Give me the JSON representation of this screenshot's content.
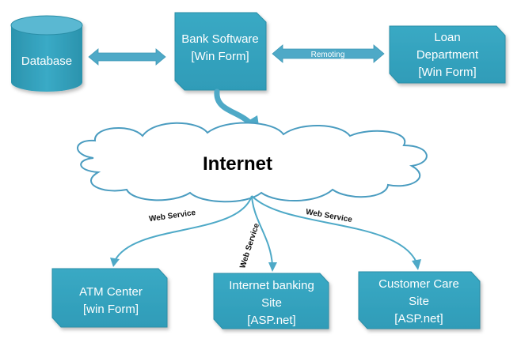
{
  "colors": {
    "node_fill": "#31a3bf",
    "node_top": "#5ab8d2",
    "node_edge": "#2a8ea7",
    "connector": "#4ea9c7",
    "cloud_fill": "#ffffff",
    "cloud_stroke": "#4a9cc0",
    "text_on_node": "#ffffff",
    "text_dark": "#000000"
  },
  "nodes": {
    "database": {
      "lines": [
        "Database"
      ],
      "icon": "cylinder-database-icon"
    },
    "bank_software": {
      "lines": [
        "Bank Software",
        "[Win Form]"
      ]
    },
    "loan_department": {
      "lines": [
        "Loan",
        "Department",
        "[Win Form]"
      ]
    },
    "internet": {
      "lines": [
        "Internet"
      ],
      "icon": "cloud-icon"
    },
    "atm_center": {
      "lines": [
        "ATM Center",
        "[win Form]"
      ]
    },
    "internet_banking": {
      "lines": [
        "Internet banking",
        "Site",
        "[ASP.net]"
      ]
    },
    "customer_care": {
      "lines": [
        "Customer Care",
        "Site",
        "[ASP.net]"
      ]
    }
  },
  "edges": {
    "db_bank": {
      "from": "database",
      "to": "bank_software",
      "label": "",
      "style": "double-arrow"
    },
    "bank_loan": {
      "from": "bank_software",
      "to": "loan_department",
      "label": "Remoting",
      "style": "double-arrow"
    },
    "bank_internet": {
      "from": "bank_software",
      "to": "internet",
      "label": "",
      "style": "curved-arrow"
    },
    "internet_atm": {
      "from": "internet",
      "to": "atm_center",
      "label": "Web Service",
      "style": "curved-arrow"
    },
    "internet_ibank": {
      "from": "internet",
      "to": "internet_banking",
      "label": "Web Service",
      "style": "curved-arrow"
    },
    "internet_care": {
      "from": "internet",
      "to": "customer_care",
      "label": "Web Service",
      "style": "curved-arrow"
    }
  }
}
